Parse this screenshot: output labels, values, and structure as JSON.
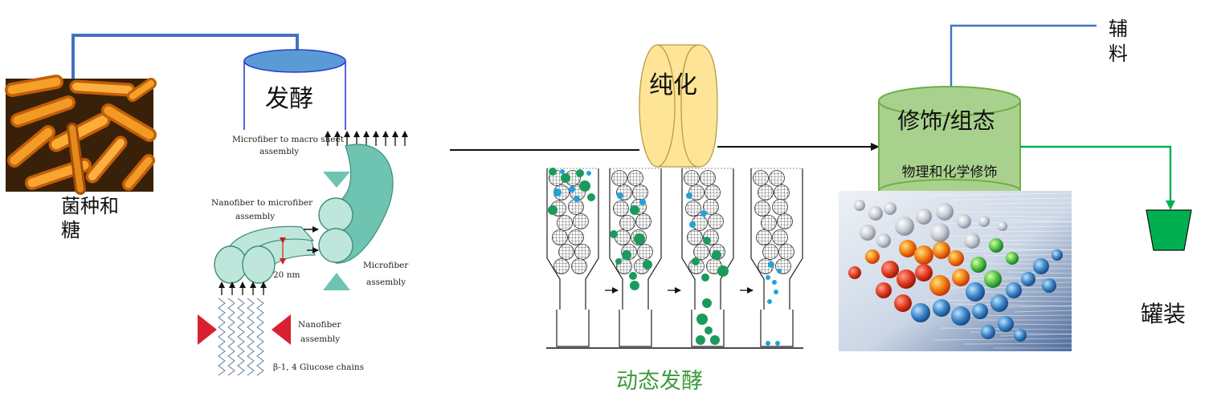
{
  "labels": {
    "bacteria_sugar_line1": "菌种和",
    "bacteria_sugar_line2": "糖",
    "fermentation": "发酵",
    "purification": "纯化",
    "modification_state": "修饰/组态",
    "physical_chemical_modification": "物理和化学修饰",
    "excipient_line1": "辅",
    "excipient_line2": "料",
    "canning": "罐装",
    "dynamic_fermentation": "动态发酵"
  },
  "assembly_diagram": {
    "microfiber_to_macro_line1": "Microfiber to macro sheet",
    "microfiber_to_macro_line2": "assembly",
    "nanofiber_to_microfiber_line1": "Nanofiber to microfiber",
    "nanofiber_to_microfiber_line2": "assembly",
    "dimension": "20 nm",
    "microfiber_assembly_line1": "Microfiber",
    "microfiber_assembly_line2": "assembly",
    "nanofiber_assembly_line1": "Nanofiber",
    "nanofiber_assembly_line2": "assembly",
    "glucose_chains": "β-1, 4 Glucose chains"
  },
  "colors": {
    "feed_line": "#4472c4",
    "tank_top": "#5b9bd5",
    "purification_fill": "#fde497",
    "modification_fill": "#a9d18e",
    "modification_outline": "#70ad47",
    "output_line": "#00b050",
    "can_fill": "#00b050",
    "dynamic_text": "#3c9a3c",
    "fiber_teal": "#6ec4b0",
    "fiber_light": "#bfe6da",
    "bead_green": "#1a9a5c",
    "bead_blue": "#1fa3d8"
  },
  "icons": {
    "bacteria": "bacteria-photo",
    "molecule": "molecule-render"
  }
}
